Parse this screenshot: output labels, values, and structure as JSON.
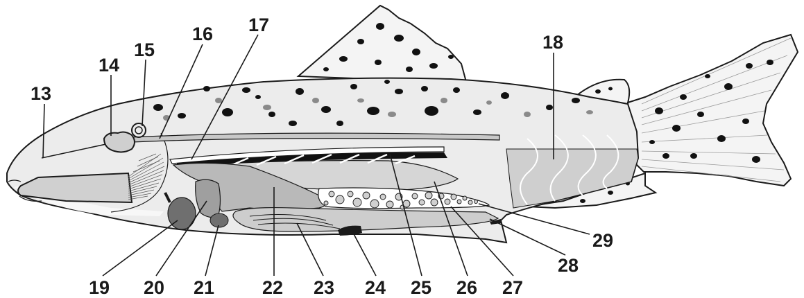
{
  "diagram": {
    "labels": [
      {
        "id": "13",
        "text": "13"
      },
      {
        "id": "14",
        "text": "14"
      },
      {
        "id": "15",
        "text": "15"
      },
      {
        "id": "16",
        "text": "16"
      },
      {
        "id": "17",
        "text": "17"
      },
      {
        "id": "18",
        "text": "18"
      },
      {
        "id": "19",
        "text": "19"
      },
      {
        "id": "20",
        "text": "20"
      },
      {
        "id": "21",
        "text": "21"
      },
      {
        "id": "22",
        "text": "22"
      },
      {
        "id": "23",
        "text": "23"
      },
      {
        "id": "24",
        "text": "24"
      },
      {
        "id": "25",
        "text": "25"
      },
      {
        "id": "26",
        "text": "26"
      },
      {
        "id": "27",
        "text": "27"
      },
      {
        "id": "28",
        "text": "28"
      },
      {
        "id": "29",
        "text": "29"
      }
    ],
    "colors": {
      "body_fill": "#ececec",
      "fin_fill": "#f4f4f4",
      "spot": "#111111",
      "spot_grey": "#8a8a8a",
      "organ_mid": "#b9b9b9",
      "organ_dark": "#6f6f6f",
      "muscle": "#cfcfcf",
      "line": "#1a1a1a"
    }
  }
}
